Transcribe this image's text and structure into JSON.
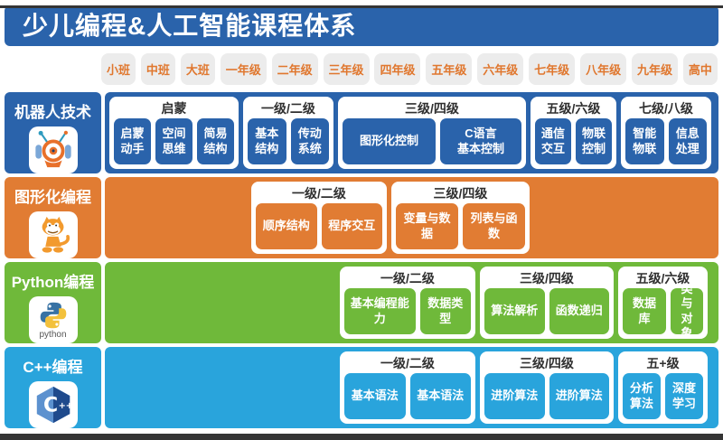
{
  "title": "少儿编程&人工智能课程体系",
  "colors": {
    "header_blue": "#2a63ab",
    "grade_bg": "#ececec",
    "grade_text": "#e0772e",
    "edge_strip": "#353535"
  },
  "grades": [
    "小班",
    "中班",
    "大班",
    "一年级",
    "二年级",
    "三年级",
    "四年级",
    "五年级",
    "六年级",
    "七年级",
    "八年级",
    "九年级",
    "高中"
  ],
  "rows": [
    {
      "label": "机器人技术",
      "icon": "robot-icon",
      "color": "#2a63ab",
      "cards": [
        {
          "level": "启蒙",
          "badges": [
            "启蒙\n动手",
            "空间\n思维",
            "简易\n结构"
          ]
        },
        {
          "level": "一级/二级",
          "badges": [
            "基本\n结构",
            "传动\n系统"
          ]
        },
        {
          "level": "三级/四级",
          "badges": [
            "图形化控制",
            "C语言\n基本控制"
          ]
        },
        {
          "level": "五级/六级",
          "badges": [
            "通信\n交互",
            "物联\n控制"
          ]
        },
        {
          "level": "七级/八级",
          "badges": [
            "智能\n物联",
            "信息\n处理"
          ]
        }
      ]
    },
    {
      "label": "图形化编程",
      "icon": "scratch-cat-icon",
      "color": "#e17c33",
      "cards": [
        {
          "level": "一级/二级",
          "badges": [
            "顺序结构",
            "程序交互"
          ]
        },
        {
          "level": "三级/四级",
          "badges": [
            "变量与数据",
            "列表与函数"
          ]
        }
      ]
    },
    {
      "label": "Python编程",
      "icon": "python-icon",
      "icon_caption": "python",
      "color": "#6fb93a",
      "cards": [
        {
          "level": "一级/二级",
          "badges": [
            "基本编程能力",
            "数据类型"
          ]
        },
        {
          "level": "三级/四级",
          "badges": [
            "算法解析",
            "函数递归"
          ]
        },
        {
          "level": "五级/六级",
          "badges": [
            "数据库",
            "类与\n对象"
          ]
        }
      ]
    },
    {
      "label": "C++编程",
      "icon": "cpp-icon",
      "icon_text_main": "C",
      "icon_text_plus": "++",
      "color": "#29a4dc",
      "cards": [
        {
          "level": "一级/二级",
          "badges": [
            "基本语法",
            "基本语法"
          ]
        },
        {
          "level": "三级/四级",
          "badges": [
            "进阶算法",
            "进阶算法"
          ]
        },
        {
          "level": "五+级",
          "badges": [
            "分析\n算法",
            "深度\n学习"
          ]
        }
      ]
    }
  ]
}
